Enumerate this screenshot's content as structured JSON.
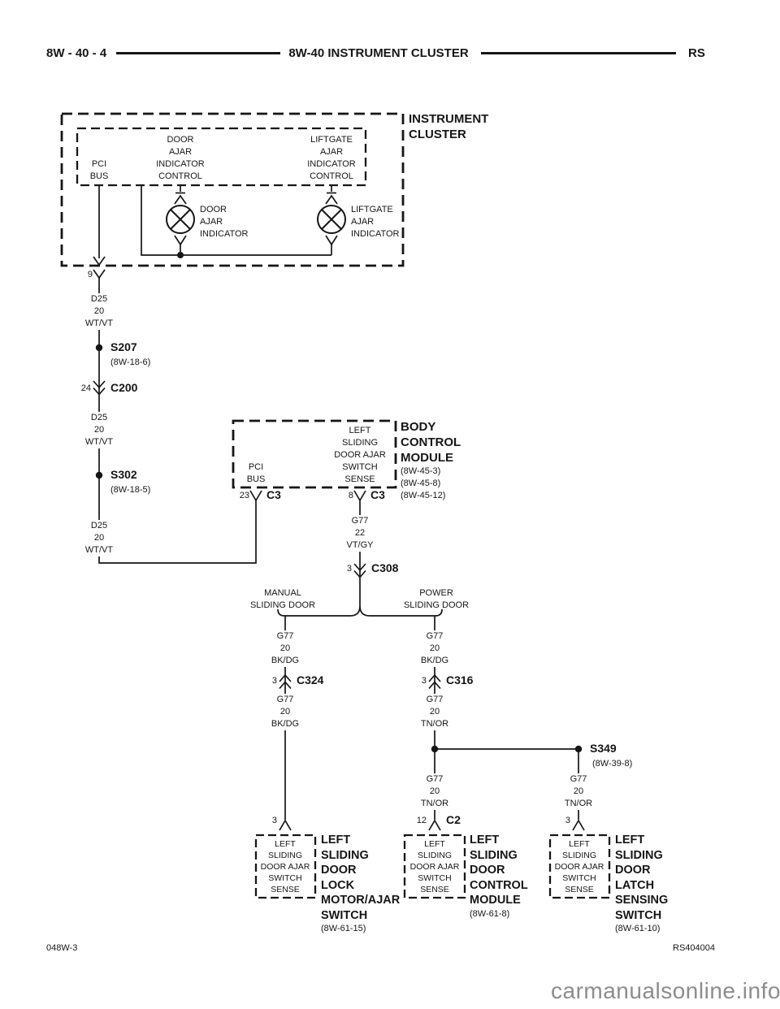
{
  "header": {
    "page_ref": "8W - 40 - 4",
    "title": "8W-40 INSTRUMENT CLUSTER",
    "platform": "RS"
  },
  "instrument_cluster": {
    "title": [
      "INSTRUMENT",
      "CLUSTER"
    ],
    "pci_bus": [
      "PCI",
      "BUS"
    ],
    "door_ajar_indicator_control": [
      "DOOR",
      "AJAR",
      "INDICATOR",
      "CONTROL"
    ],
    "liftgate_ajar_indicator_control": [
      "LIFTGATE",
      "AJAR",
      "INDICATOR",
      "CONTROL"
    ],
    "door_ajar_indicator": [
      "DOOR",
      "AJAR",
      "INDICATOR"
    ],
    "liftgate_ajar_indicator": [
      "LIFTGATE",
      "AJAR",
      "INDICATOR"
    ],
    "exit_pin": "9"
  },
  "wires": {
    "d25_upper": [
      "D25",
      "20",
      "WT/VT"
    ],
    "d25_mid": [
      "D25",
      "20",
      "WT/VT"
    ],
    "d25_lower": [
      "D25",
      "20",
      "WT/VT"
    ],
    "g77_22": [
      "G77",
      "22",
      "VT/GY"
    ],
    "g77_manual_upper": [
      "G77",
      "20",
      "BK/DG"
    ],
    "g77_manual_lower": [
      "G77",
      "20",
      "BK/DG"
    ],
    "g77_power_upper": [
      "G77",
      "20",
      "BK/DG"
    ],
    "g77_power_mid": [
      "G77",
      "20",
      "TN/OR"
    ],
    "g77_power_lower": [
      "G77",
      "20",
      "TN/OR"
    ],
    "g77_latch": [
      "G77",
      "20",
      "TN/OR"
    ]
  },
  "splices": {
    "s207": {
      "name": "S207",
      "ref": "(8W-18-6)"
    },
    "s302": {
      "name": "S302",
      "ref": "(8W-18-5)"
    },
    "s349": {
      "name": "S349",
      "ref": "(8W-39-8)"
    }
  },
  "connectors": {
    "c200": {
      "pin": "24",
      "name": "C200"
    },
    "c3_pci": {
      "pin": "23",
      "name": "C3"
    },
    "c3_sense": {
      "pin": "8",
      "name": "C3"
    },
    "c308": {
      "pin": "3",
      "name": "C308"
    },
    "c324": {
      "pin": "3",
      "name": "C324"
    },
    "c316": {
      "pin": "3",
      "name": "C316"
    },
    "c2": {
      "pin": "12",
      "name": "C2"
    },
    "lock_motor_pin": "3",
    "latch_switch_pin": "3"
  },
  "bcm": {
    "title": [
      "BODY",
      "CONTROL",
      "MODULE"
    ],
    "refs": [
      "(8W-45-3)",
      "(8W-45-8)",
      "(8W-45-12)"
    ],
    "pci_bus": [
      "PCI",
      "BUS"
    ],
    "sense": [
      "LEFT",
      "SLIDING",
      "DOOR AJAR",
      "SWITCH",
      "SENSE"
    ]
  },
  "branches": {
    "manual": [
      "MANUAL",
      "SLIDING DOOR"
    ],
    "power": [
      "POWER",
      "SLIDING DOOR"
    ]
  },
  "switch_sense_box": [
    "LEFT",
    "SLIDING",
    "DOOR AJAR",
    "SWITCH",
    "SENSE"
  ],
  "components": {
    "lock_motor": {
      "lines": [
        "LEFT",
        "SLIDING",
        "DOOR",
        "LOCK",
        "MOTOR/AJAR",
        "SWITCH"
      ],
      "ref": "(8W-61-15)"
    },
    "door_module": {
      "lines": [
        "LEFT",
        "SLIDING",
        "DOOR",
        "CONTROL",
        "MODULE"
      ],
      "ref": "(8W-61-8)"
    },
    "latch_switch": {
      "lines": [
        "LEFT",
        "SLIDING",
        "DOOR",
        "LATCH",
        "SENSING",
        "SWITCH"
      ],
      "ref": "(8W-61-10)"
    }
  },
  "footer": {
    "left": "048W-3",
    "right": "RS404004"
  },
  "watermark": "carmanualsonline.info",
  "colors": {
    "ink": "#161616",
    "watermark": "#8d8d8d",
    "background": "#ffffff"
  }
}
